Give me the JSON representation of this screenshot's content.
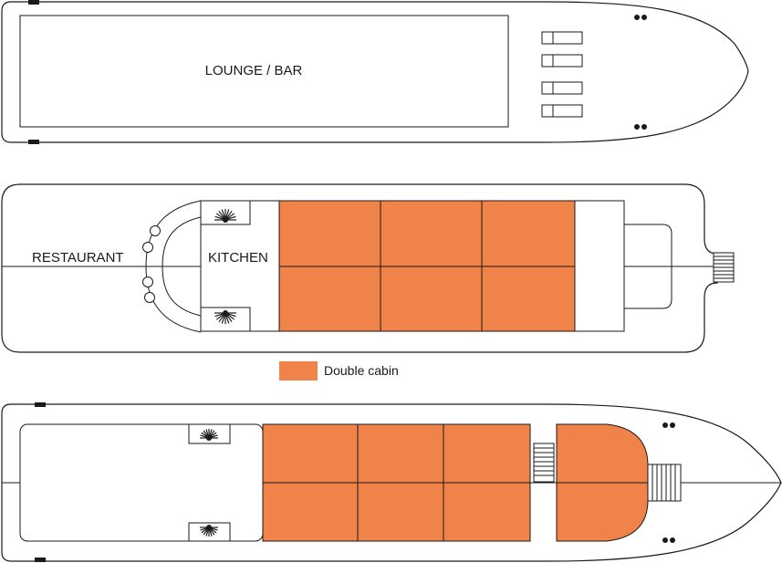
{
  "labels": {
    "lounge_bar": "LOUNGE / BAR",
    "restaurant": "RESTAURANT",
    "kitchen": "KITCHEN"
  },
  "legend": {
    "double_cabin": "Double cabin"
  },
  "colors": {
    "double_cabin": "#f0834a",
    "outline": "#1a1a1a",
    "background": "#ffffff"
  },
  "icons": [
    "sunbed-icon",
    "parasol-icon",
    "stairs-icon",
    "bollard-icon",
    "table-icon"
  ]
}
